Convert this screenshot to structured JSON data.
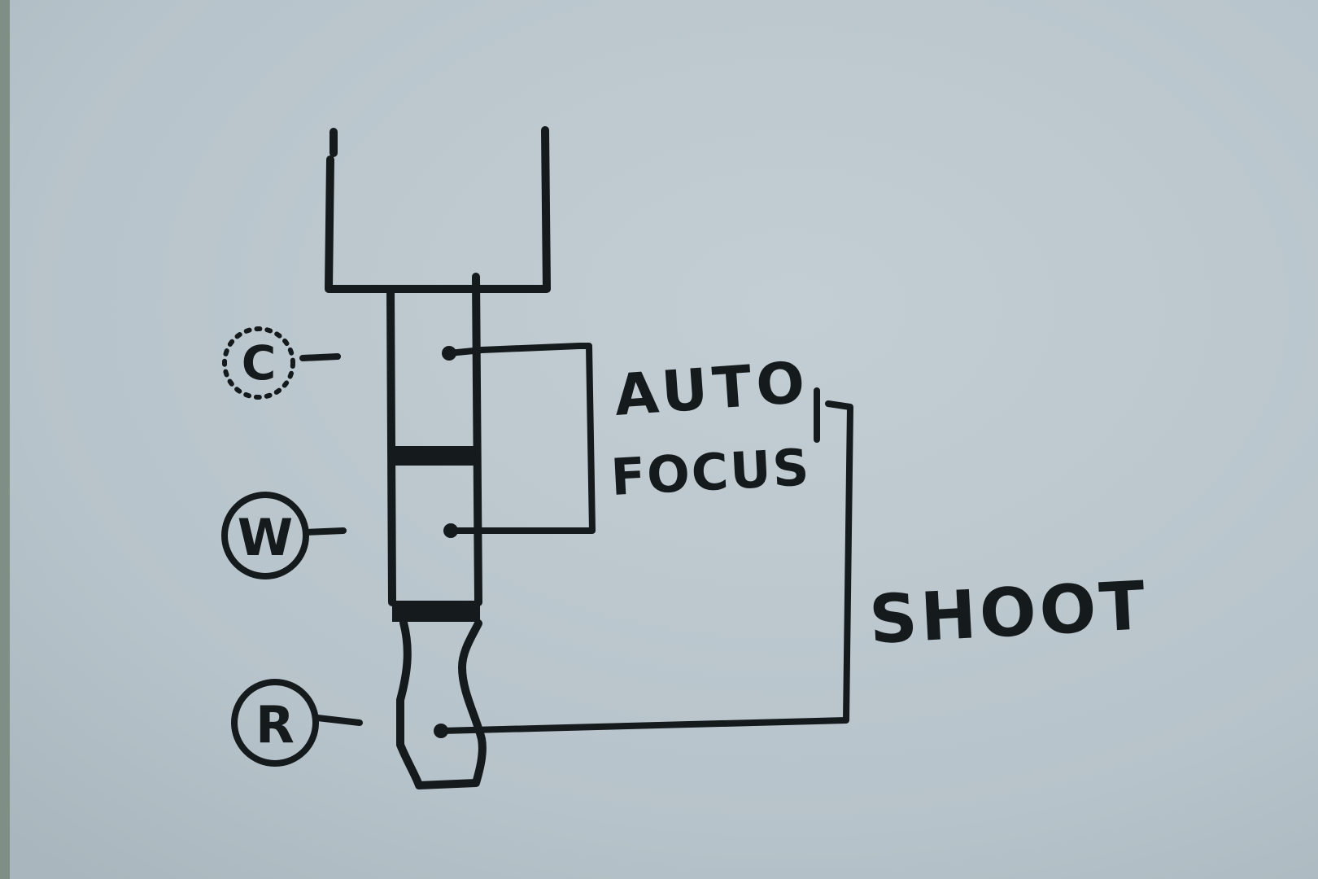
{
  "diagram": {
    "labels": {
      "contact_c": "C",
      "contact_w": "W",
      "contact_r": "R",
      "autofocus_line1": "AUTO",
      "autofocus_line2": "FOCUS",
      "shoot": "SHOOT"
    },
    "colors": {
      "paper": "#b9c5cc",
      "ink": "#151a1d"
    }
  }
}
